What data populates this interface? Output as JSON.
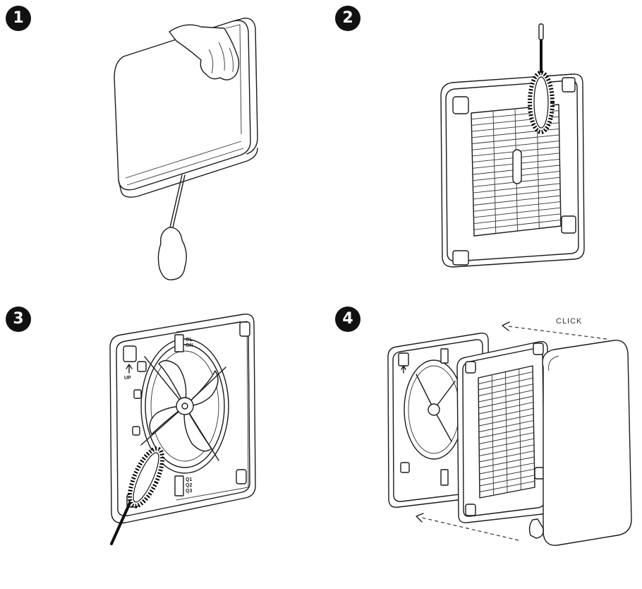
{
  "steps": [
    {
      "number": "1",
      "icon": "hand-removing-cover"
    },
    {
      "number": "2",
      "icon": "brush-cleaning-grille"
    },
    {
      "number": "3",
      "icon": "brush-cleaning-fan"
    },
    {
      "number": "4",
      "icon": "reassembly-click"
    }
  ],
  "step4": {
    "click_label": "CLICK"
  },
  "fan_labels": {
    "up": "UP",
    "top_switch": [
      "OL",
      "ON"
    ],
    "bottom_switch": [
      "Q1",
      "Q2",
      "Q3"
    ]
  },
  "colors": {
    "line": "#1a1a1a",
    "badge": "#111111",
    "background": "#ffffff"
  }
}
